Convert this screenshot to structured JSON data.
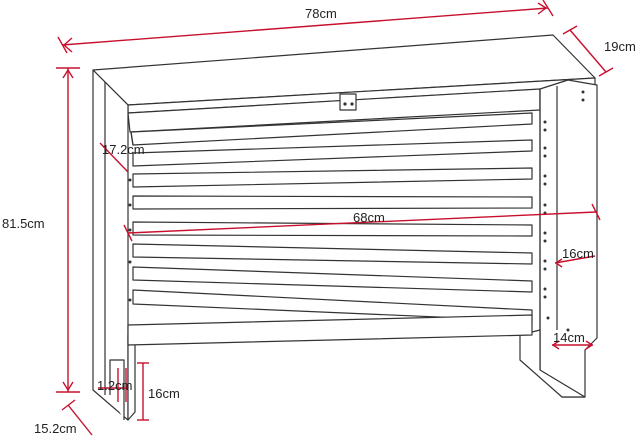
{
  "dimensions": {
    "width_top": "78cm",
    "depth": "19cm",
    "height": "81.5cm",
    "slat_spacing": "17.2cm",
    "inner_width": "68cm",
    "side_inset": "16cm",
    "side_bottom": "14cm",
    "board_thickness": "1.2cm",
    "foot_height": "16cm",
    "foot_depth": "15.2cm"
  },
  "colors": {
    "dimension_line": "#c8102e",
    "outline": "#333333",
    "label": "#222222"
  }
}
